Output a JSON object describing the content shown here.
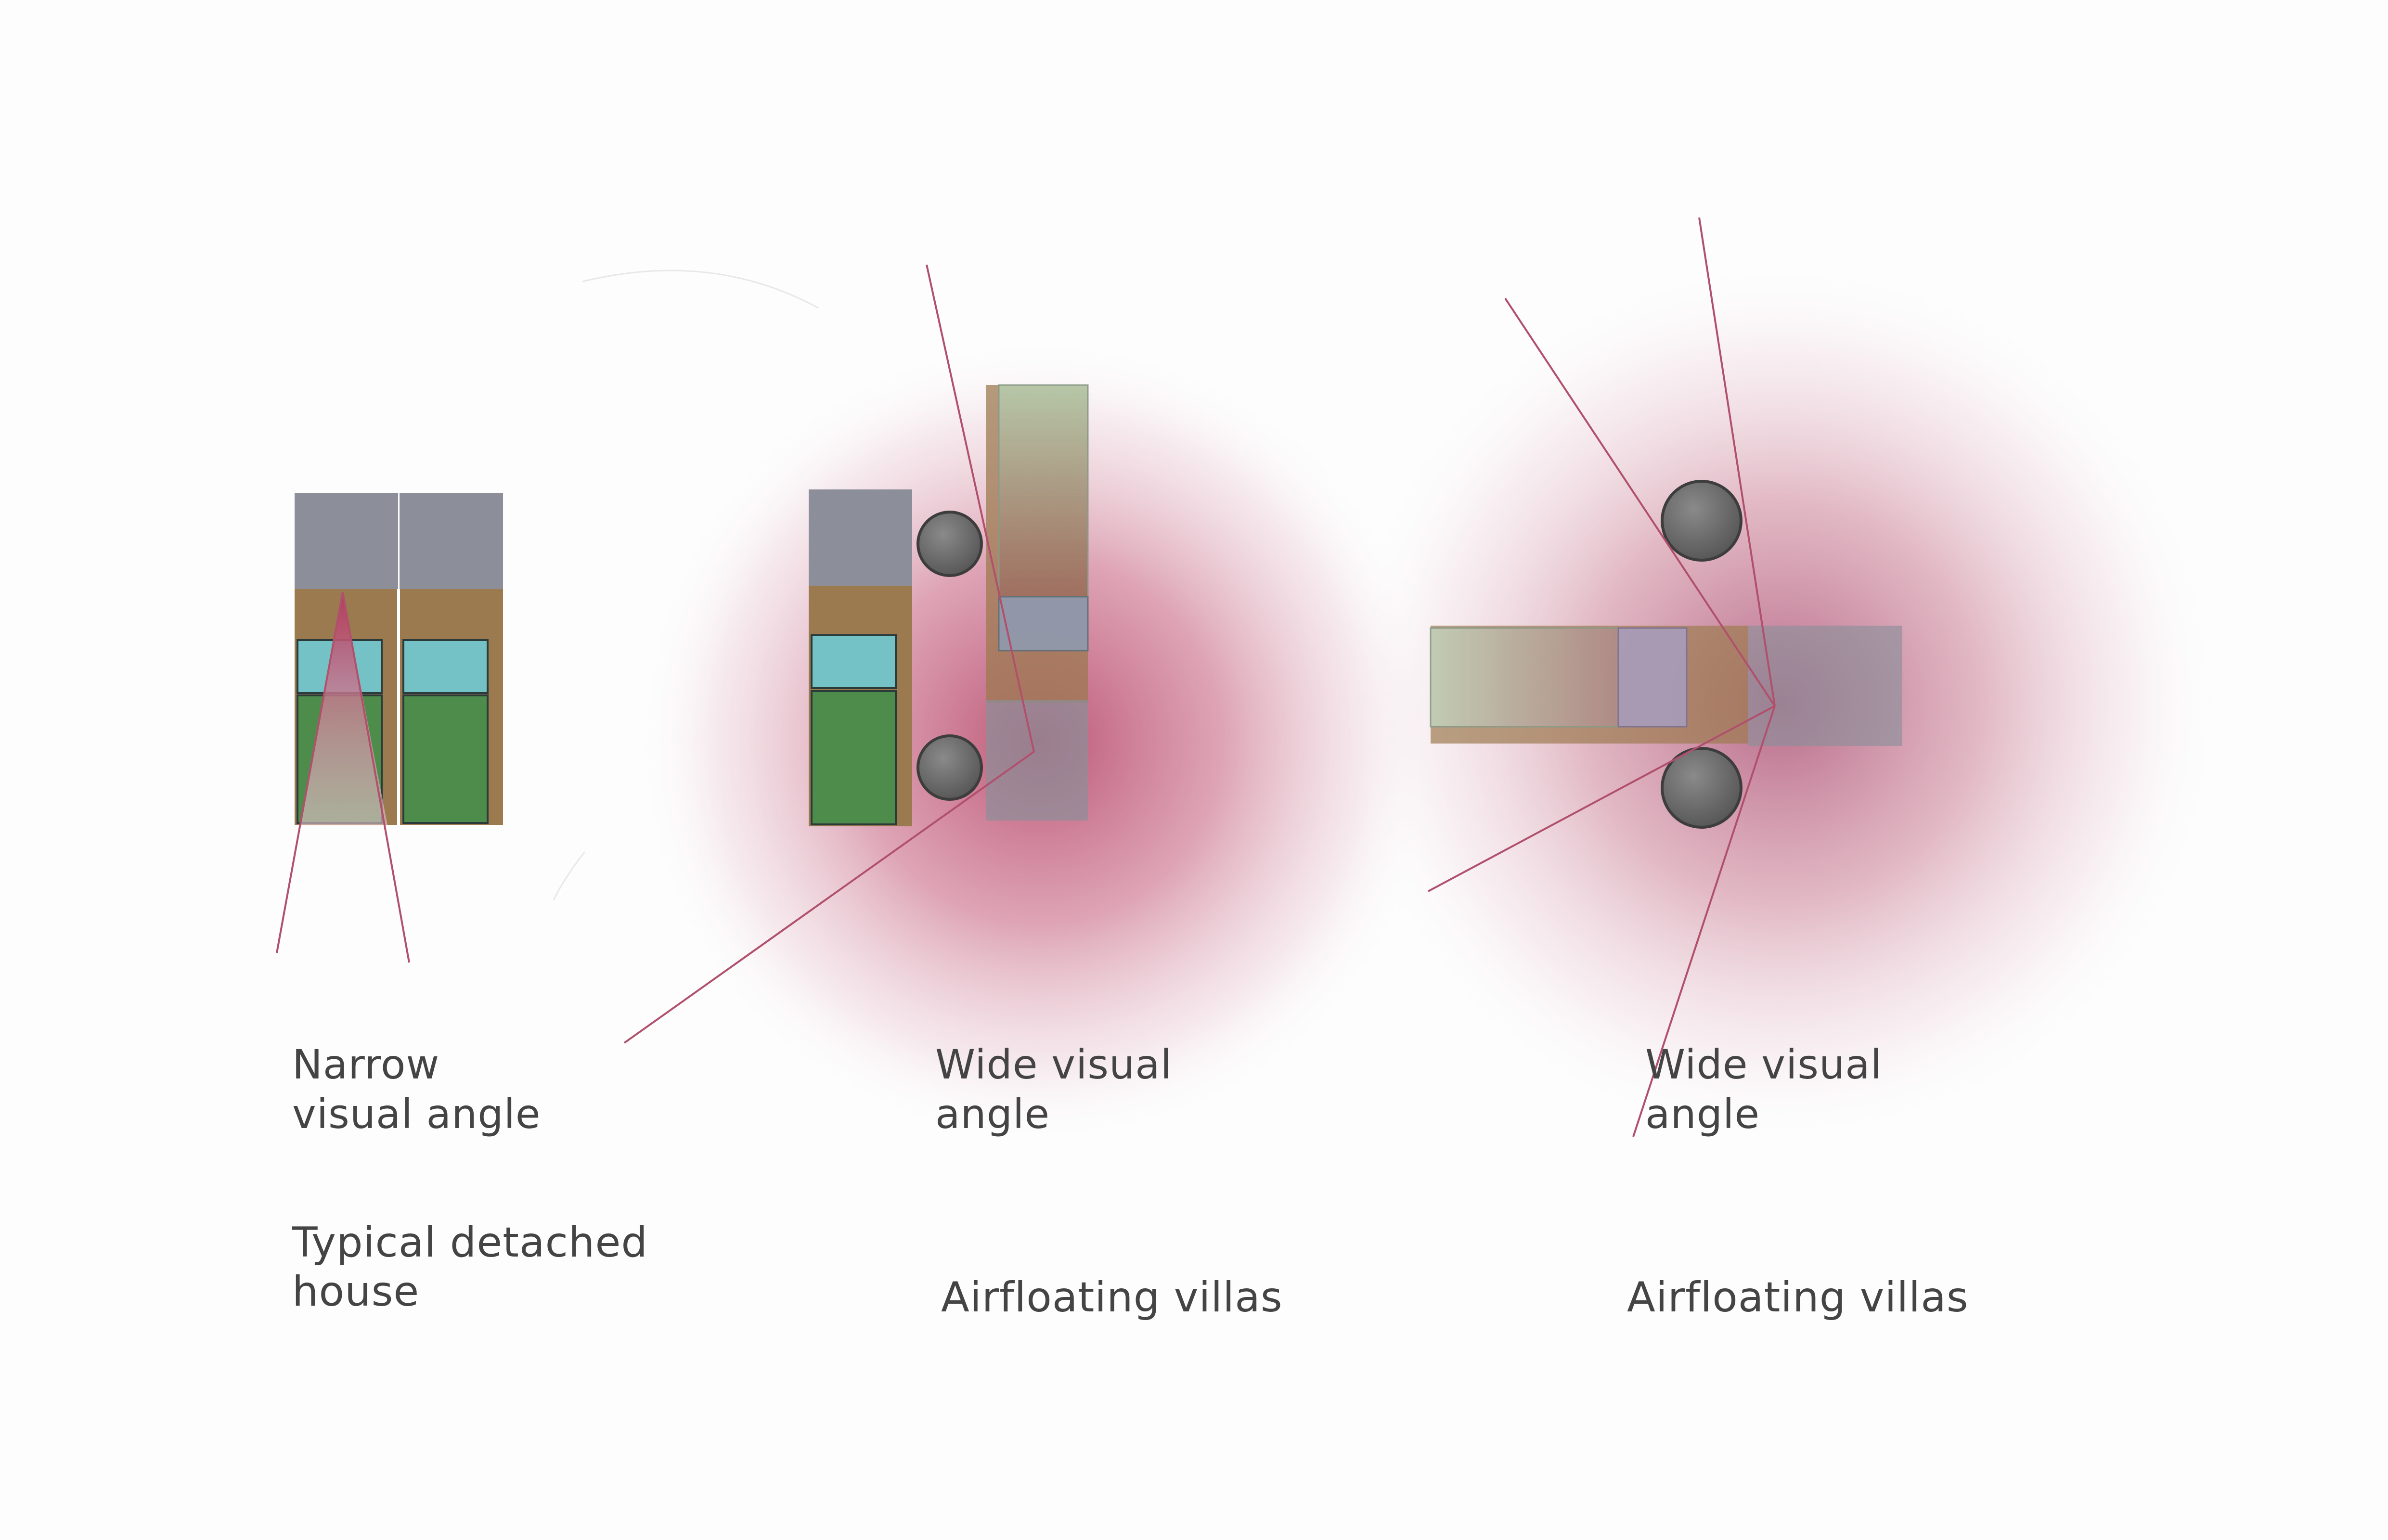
{
  "colors": {
    "background": "#fdfdfd",
    "roof": "#8c8f99",
    "wood": "#9c7a50",
    "water": "#74c1c6",
    "garden": "#4e8c4c",
    "view_cone": "#b03a5e",
    "sight_line": "#b0506c",
    "camera_dot": "#6a6a6a",
    "text": "#444444"
  },
  "panels": [
    {
      "angle_label_line1": "Narrow",
      "angle_label_line2": "visual angle",
      "caption_line1": "Typical detached",
      "caption_line2": "house"
    },
    {
      "angle_label_line1": "Wide visual",
      "angle_label_line2": "angle",
      "caption_line1": "Airfloating villas"
    },
    {
      "angle_label_line1": "Wide visual",
      "angle_label_line2": "angle",
      "caption_line1": "Airfloating villas"
    }
  ]
}
